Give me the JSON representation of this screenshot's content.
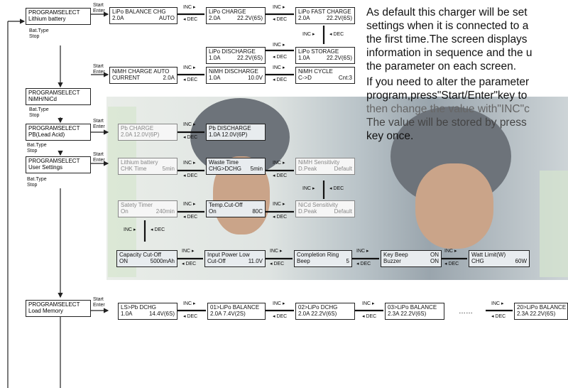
{
  "colors": {
    "line": "#222222",
    "dim": "#888888",
    "photo": "#9aa5ad"
  },
  "labels": {
    "start_enter": [
      "Start",
      "Enter"
    ],
    "bat_type_stop": [
      "Bat.Type",
      "Stop"
    ],
    "inc": "INC ▸",
    "dec": "◂ DEC",
    "inc_dec_v": [
      "INC ▸",
      "◂ DEC"
    ]
  },
  "program_select": [
    {
      "line1": "PROGRAMSELECT",
      "line2": "Lithium battery"
    },
    {
      "line1": "PROGRAMSELECT",
      "line2": "NiMH/NiCd"
    },
    {
      "line1": "PROGRAMSELECT",
      "line2": "PB(Lead Acid)"
    },
    {
      "line1": "PROGRAMSELECT",
      "line2": "User Settings"
    },
    {
      "line1": "PROGRAMSELECT",
      "line2": "Load Memory"
    }
  ],
  "screens": {
    "lipo_balance": {
      "l1": "LiPo BALANCE CHG",
      "l2a": "2.0A",
      "l2b": "AUTO"
    },
    "lipo_charge": {
      "l1": "LiPo CHARGE",
      "l2a": "2.0A",
      "l2b": "22.2V(6S)"
    },
    "lipo_fast": {
      "l1": "LiPo FAST CHARGE",
      "l2a": "2.0A",
      "l2b": "22.2V(6S)"
    },
    "lipo_discharge": {
      "l1": "LiPo DISCHARGE",
      "l2a": "1.0A",
      "l2b": "22.2V(6S)"
    },
    "lipo_storage": {
      "l1": "LiPo STORAGE",
      "l2a": "1.0A",
      "l2b": "22.2V(6S)"
    },
    "nimh_charge": {
      "l1": "NiMH CHARGE AUTO",
      "l2a": "CURRENT",
      "l2b": "2.0A"
    },
    "nimh_discharge": {
      "l1": "NiMH  DISCHARGE",
      "l2a": "1.0A",
      "l2b": "10.0V"
    },
    "nimh_cycle": {
      "l1": "NiMH  CYCLE",
      "l2a": "C->D",
      "l2b": "Cnt:3"
    },
    "pb_charge": {
      "l1": "Pb  CHARGE",
      "l2a": "2.0A 12.0V(6P)",
      "l2b": ""
    },
    "pb_discharge": {
      "l1": "Pb DISCHARGE",
      "l2a": "1.0A 12.0V(6P)",
      "l2b": ""
    },
    "lithium_chk": {
      "l1": "Lithium battery",
      "l2a": "CHK Time",
      "l2b": "5min"
    },
    "waste_time": {
      "l1": "Waste  Time",
      "l2a": "CHG>DCHG",
      "l2b": "5min"
    },
    "nimh_sens": {
      "l1": "NiMH  Sensitivity",
      "l2a": "D.Peak",
      "l2b": "Default"
    },
    "safety_timer": {
      "l1": "Satety  Timer",
      "l2a": "On",
      "l2b": "240min"
    },
    "temp_cutoff": {
      "l1": "Temp.Cut-Off",
      "l2a": "On",
      "l2b": "80C"
    },
    "nicd_sens": {
      "l1": "NiCd  Sensitivity",
      "l2a": "D.Peak",
      "l2b": "Default"
    },
    "capacity": {
      "l1": "Capacity  Cut-Off",
      "l2a": "ON",
      "l2b": "5000mAh"
    },
    "input_power": {
      "l1": "Input  Power Low",
      "l2a": "Cut-Off",
      "l2b": "11.0V"
    },
    "completion_ring": {
      "l1": "Completion  Ring",
      "l2a": "Beep",
      "l2b": "5"
    },
    "key_beep": {
      "l1": "Key  Beep",
      "l1b": "ON",
      "l2a": "Buzzer",
      "l2b": "ON"
    },
    "watt_limit": {
      "l1": "Watt  Limit(W)",
      "l2a": "CHG",
      "l2b": "60W"
    },
    "ls_pb": {
      "l1": "LS>Pb  DCHG",
      "l2a": "1.0A",
      "l2b": "14.4V(6S)"
    },
    "m01": {
      "l1": "01>LiPo  BALANCE",
      "l2a": "2.0A  7.4V(2S)",
      "l2b": ""
    },
    "m02": {
      "l1": "02>LiPo  DCHG",
      "l2a": "2.0A  22.2V(6S)",
      "l2b": ""
    },
    "m03": {
      "l1": "03>LiPo  BALANCE",
      "l2a": "2.3A  22.2V(6S)",
      "l2b": ""
    },
    "m20": {
      "l1": "20>LiPo  BALANCE",
      "l2a": "2.3A  22.2V(6S)",
      "l2b": ""
    }
  },
  "ellipsis": "……",
  "side_text": {
    "p1": [
      "As default this charger will be set",
      "settings when it is connected to a",
      "the first time.The screen displays",
      "information in sequence and the u",
      "the parameter on each screen."
    ],
    "p2": [
      "If you need to alter the parameter",
      "program,press\"Start/Enter\"key to",
      "then change the value with\"INC\"c",
      "The value will be stored by press",
      "key once."
    ]
  }
}
